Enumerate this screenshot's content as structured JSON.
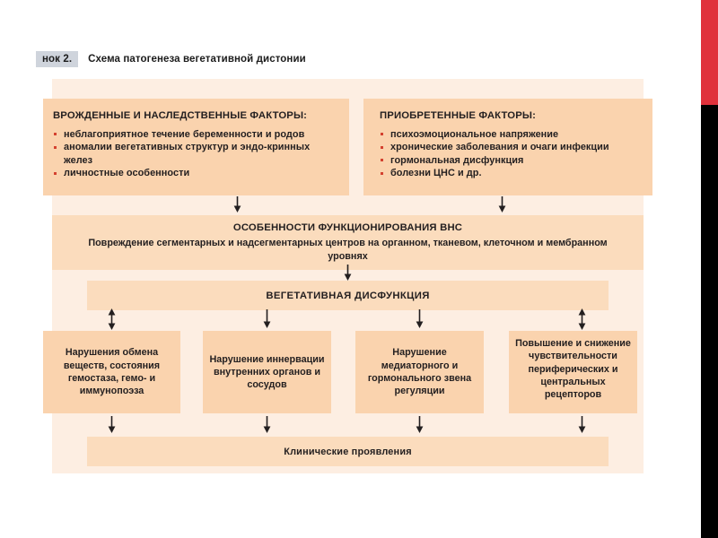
{
  "caption": {
    "number": "нок 2.",
    "text": "Схема патогенеза вегетативной дистонии"
  },
  "colors": {
    "panel_background": "#fdeee2",
    "box_fill": "#fad3ae",
    "band_fill": "#fbdcbd",
    "bullet": "#d4412f",
    "text": "#231f20",
    "edge_stripe_red": "#e0313b",
    "edge_stripe_black": "#000000",
    "caption_number_highlight": "#cfd4dc"
  },
  "diagram": {
    "hereditary": {
      "heading": "ВРОЖДЕННЫЕ И НАСЛЕДСТВЕННЫЕ ФАКТОРЫ:",
      "bullets": [
        "неблагоприятное течение беременности и родов",
        "аномалии вегетативных структур и эндо-кринных желез",
        "личностные особенности"
      ]
    },
    "acquired": {
      "heading": "ПРИОБРЕТЕННЫЕ ФАКТОРЫ:",
      "bullets": [
        "психоэмоциональное напряжение",
        "хронические заболевания и очаги инфекции",
        "гормональная  дисфункция",
        "болезни ЦНС и др."
      ]
    },
    "vns": {
      "title": "ОСОБЕННОСТИ ФУНКЦИОНИРОВАНИЯ ВНС",
      "subtitle": "Повреждение сегментарных и надсегментарных центров на органном, тканевом, клеточном и мембранном уровнях"
    },
    "dysfunction": {
      "title": "ВЕГЕТАТИВНАЯ ДИСФУНКЦИЯ"
    },
    "consequences": [
      {
        "text": "Нарушения обмена веществ, состояния гемостаза, гемо- и иммунопоэза"
      },
      {
        "text": "Нарушение иннервации внутренних органов и сосудов"
      },
      {
        "text": "Нарушение медиаторного и гормонального звена регуляции"
      },
      {
        "text": "Повышение и снижение чувствительности периферических и центральных рецепторов"
      }
    ],
    "clinical": {
      "title": "Клинические проявления"
    },
    "arrows": {
      "hereditary_to_vns": "arrow-down",
      "acquired_to_vns": "arrow-down",
      "vns_to_dysfunction": "arrow-down",
      "dysfunction_to_metabolism": "arrow-up-down",
      "dysfunction_to_innervation": "arrow-down",
      "dysfunction_to_mediator": "arrow-down",
      "dysfunction_to_receptors": "arrow-up-down",
      "metabolism_to_clinical": "arrow-down",
      "innervation_to_clinical": "arrow-down",
      "mediator_to_clinical": "arrow-down",
      "receptors_to_clinical": "arrow-down"
    }
  }
}
